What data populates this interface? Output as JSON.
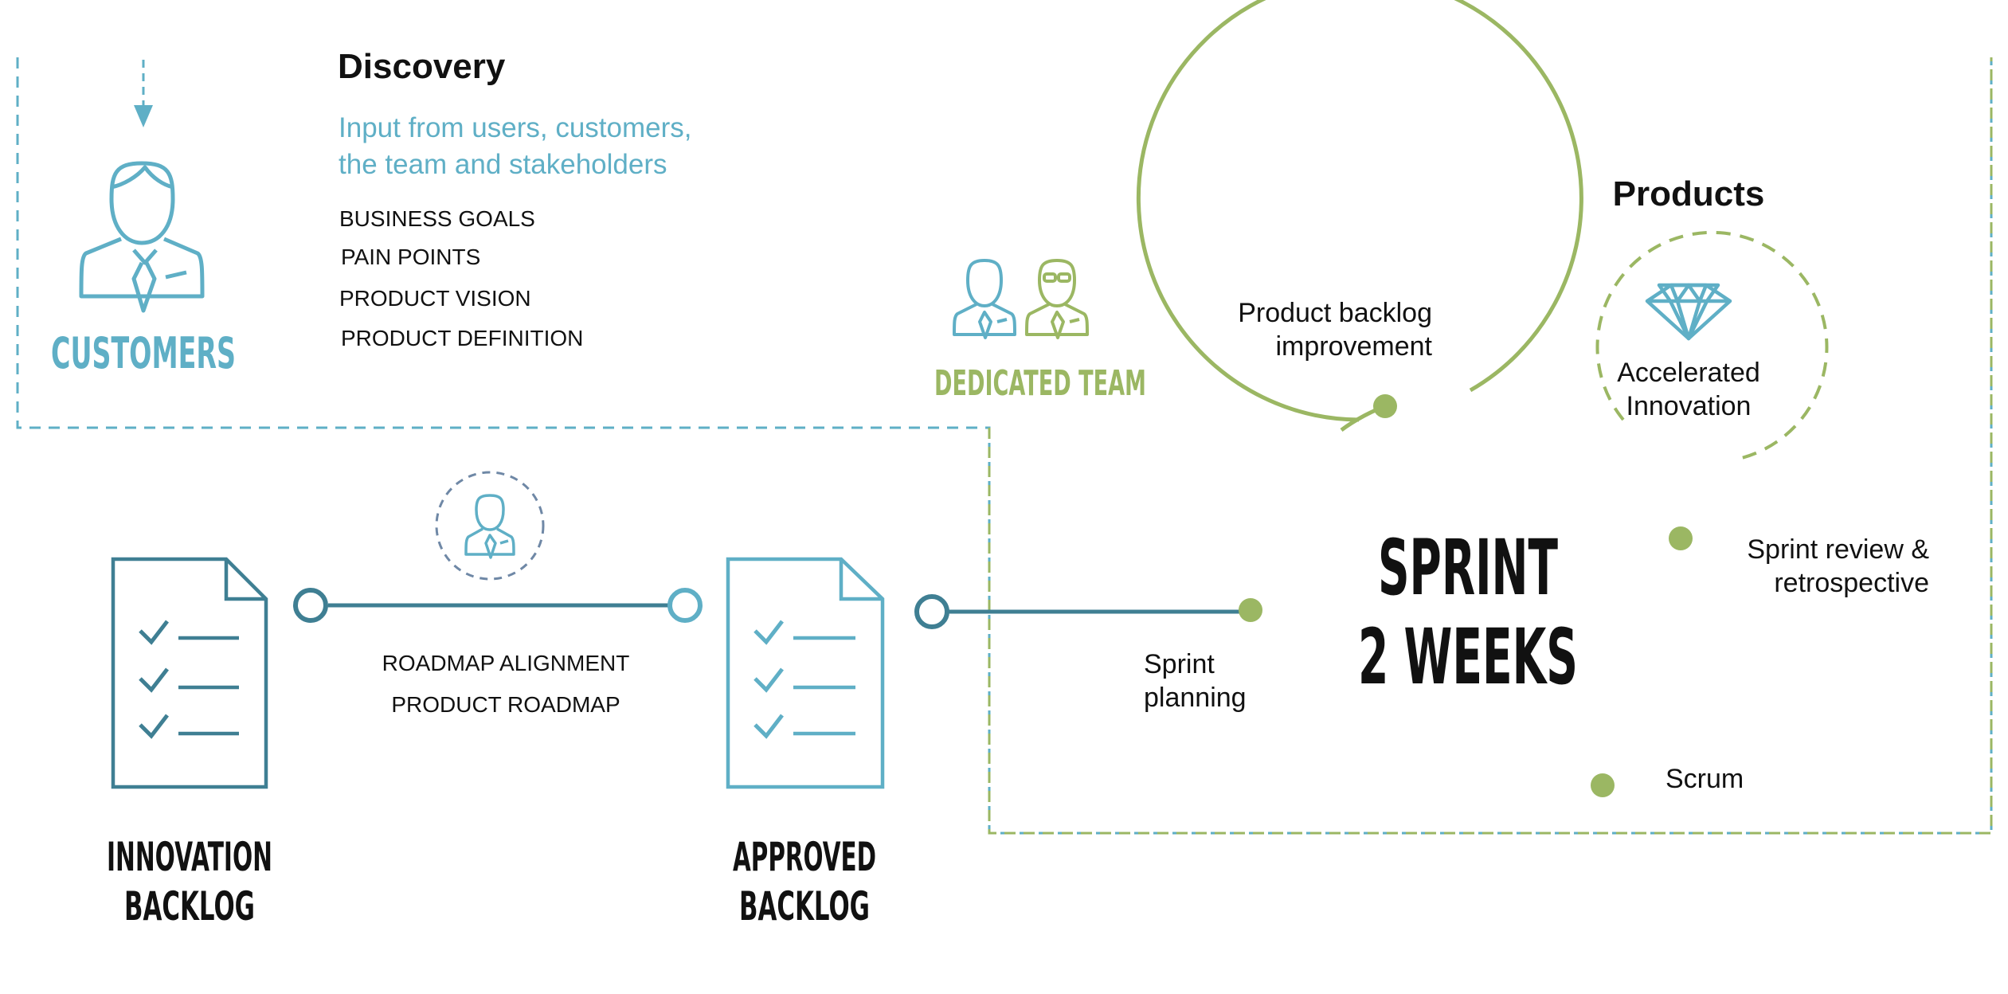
{
  "colors": {
    "blue": "#5fafc6",
    "dark_teal": "#3f7f93",
    "green": "#9bb763",
    "green_dark": "#8aaa58",
    "text": "#1a1a1a",
    "dash_blue": "#6f88a6"
  },
  "discovery": {
    "title": "Discovery",
    "subtitle_line1": "Input from users, customers,",
    "subtitle_line2": "the team and stakeholders",
    "items": [
      "BUSINESS GOALS",
      "PAIN POINTS",
      "PRODUCT VISION",
      "PRODUCT DEFINITION"
    ]
  },
  "customers": {
    "label": "CUSTOMERS"
  },
  "team": {
    "label": "DEDICATED TEAM"
  },
  "roadmap": {
    "line1": "ROADMAP ALIGNMENT",
    "line2": "PRODUCT ROADMAP"
  },
  "innovation_backlog": {
    "line1": "INNOVATION",
    "line2": "BACKLOG"
  },
  "approved_backlog": {
    "line1": "APPROVED",
    "line2": "BACKLOG"
  },
  "sprint": {
    "line1": "SPRINT",
    "line2": "2 WEEKS",
    "stages": {
      "backlog_improvement": [
        "Product backlog",
        "improvement"
      ],
      "review": [
        "Sprint review &",
        "retrospective"
      ],
      "planning": [
        "Sprint",
        "planning"
      ],
      "scrum": "Scrum"
    }
  },
  "products": {
    "title": "Products",
    "label_line1": "Accelerated",
    "label_line2": "Innovation"
  }
}
